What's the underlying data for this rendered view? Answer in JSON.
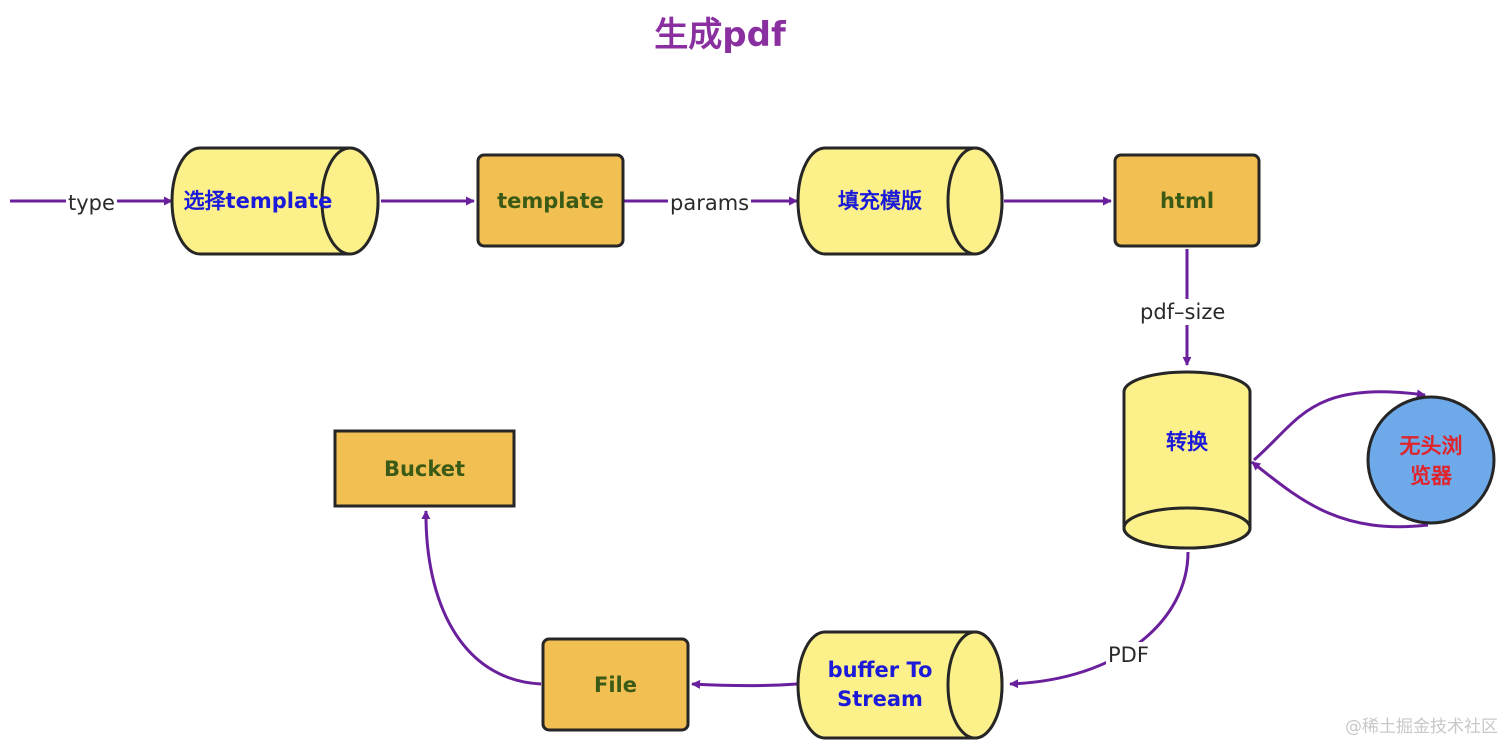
{
  "title": "生成pdf",
  "watermark": "@稀土掘金技术社区",
  "colors": {
    "title": "#8a2fa0",
    "arrow": "#6a1f9c",
    "stroke": "#262626",
    "cylinder_fill": "#fcf08a",
    "rect_fill": "#f2c052",
    "circle_fill": "#6eaaea",
    "label_blue": "#1a1ad8",
    "label_green": "#3a5a16",
    "label_red": "#e0242c",
    "edge_label": "#2a2a2a"
  },
  "nodes": {
    "select_template": {
      "label": "选择template",
      "shape": "cylinder"
    },
    "template": {
      "label": "template",
      "shape": "rect"
    },
    "fill_template": {
      "label": "填充模版",
      "shape": "cylinder"
    },
    "html": {
      "label": "html",
      "shape": "rect"
    },
    "convert": {
      "label": "转换",
      "shape": "cylinder"
    },
    "headless_browser": {
      "label_line1": "无头浏",
      "label_line2": "览器",
      "shape": "circle"
    },
    "buffer_to_stream": {
      "label_line1": "buffer To",
      "label_line2": "Stream",
      "shape": "cylinder"
    },
    "file": {
      "label": "File",
      "shape": "rect"
    },
    "bucket": {
      "label": "Bucket",
      "shape": "rect"
    }
  },
  "edges": {
    "type": "type",
    "params": "params",
    "pdf_size": "pdf–size",
    "pdf": "PDF"
  }
}
